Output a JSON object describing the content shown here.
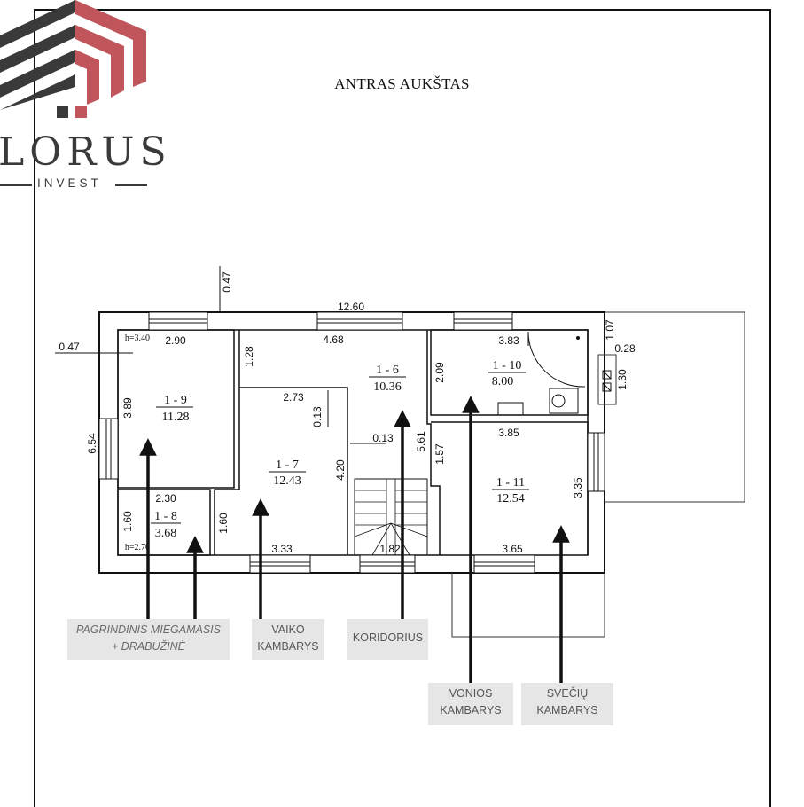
{
  "logo": {
    "word": "LORUS",
    "subtitle": "INVEST",
    "colors": {
      "dark": "#3a3a3a",
      "accent": "#c0565c"
    }
  },
  "title": "ANTRAS AUKŠTAS",
  "dimensions": {
    "overall_width": "12.60",
    "top_offset": "0.47",
    "left_offset": "0.47",
    "left_height": "6.54",
    "right_top_1": "1.07",
    "right_top_2": "0.28",
    "right_top_3": "1.30",
    "corridor_right": "5.61",
    "ceiling_height_9": "h=3.40",
    "ceiling_height_8": "h=2.70"
  },
  "rooms": [
    {
      "id": "1 - 9",
      "area": "11.28",
      "dims": [
        "2.90",
        "3.89"
      ]
    },
    {
      "id": "1 - 8",
      "area": "3.68",
      "dims": [
        "2.30",
        "1.60"
      ]
    },
    {
      "id": "1 - 6",
      "area": "10.36",
      "dims": [
        "4.68",
        "1.28",
        "0.13",
        "0.13"
      ]
    },
    {
      "id": "1 - 7",
      "area": "12.43",
      "dims": [
        "2.73",
        "4.20",
        "1.60",
        "3.33"
      ]
    },
    {
      "id": "1 - 10",
      "area": "8.00",
      "dims": [
        "3.83",
        "2.09"
      ]
    },
    {
      "id": "1 - 11",
      "area": "12.54",
      "dims": [
        "3.85",
        "1.57",
        "3.35",
        "3.65"
      ]
    },
    {
      "id": "stairs",
      "area": "",
      "dims": [
        "1.82"
      ]
    }
  ],
  "labels": [
    {
      "text_1": "PAGRINDINIS MIEGAMASIS",
      "text_2": "+ DRABUŽINĖ"
    },
    {
      "text_1": "VAIKO",
      "text_2": "KAMBARYS"
    },
    {
      "text_1": "KORIDORIUS",
      "text_2": ""
    },
    {
      "text_1": "VONIOS",
      "text_2": "KAMBARYS"
    },
    {
      "text_1": "SVEČIŲ",
      "text_2": "KAMBARYS"
    }
  ]
}
